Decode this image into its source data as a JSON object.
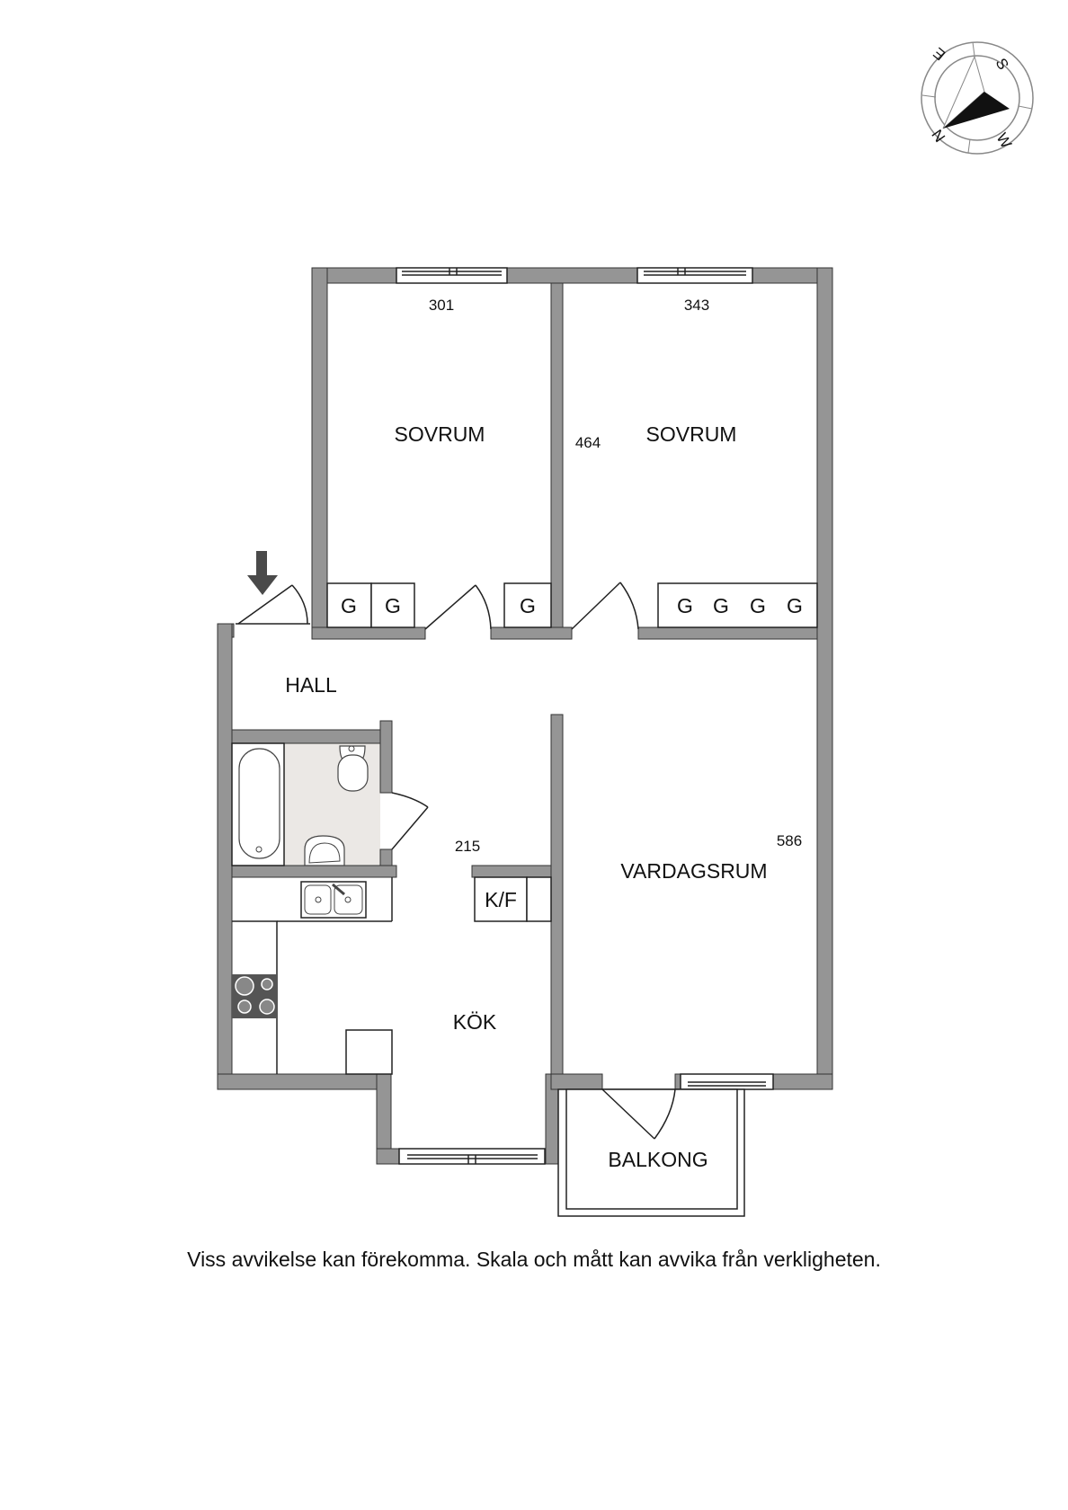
{
  "compass": {
    "labels": {
      "N": "N",
      "E": "E",
      "S": "S",
      "W": "W"
    }
  },
  "rooms": {
    "bedroom1": {
      "label": "SOVRUM",
      "width_dim": "301"
    },
    "bedroom2": {
      "label": "SOVRUM",
      "width_dim": "343",
      "depth_dim": "464"
    },
    "hall": {
      "label": "HALL"
    },
    "kitchen": {
      "label": "KÖK",
      "dim": "215",
      "fridge_label": "K/F"
    },
    "living": {
      "label": "VARDAGSRUM",
      "dim": "586"
    },
    "balcony": {
      "label": "BALKONG"
    }
  },
  "wardrobes": {
    "label": "G",
    "bedroom1_count": 3,
    "bedroom2_count": 4
  },
  "colors": {
    "wall": "#959595",
    "bathroom_floor": "#ebe8e5",
    "arrow": "#4a4a4a",
    "stove": "#555555"
  },
  "disclaimer": "Viss avvikelse kan förekomma. Skala och mått kan avvika från verkligheten."
}
